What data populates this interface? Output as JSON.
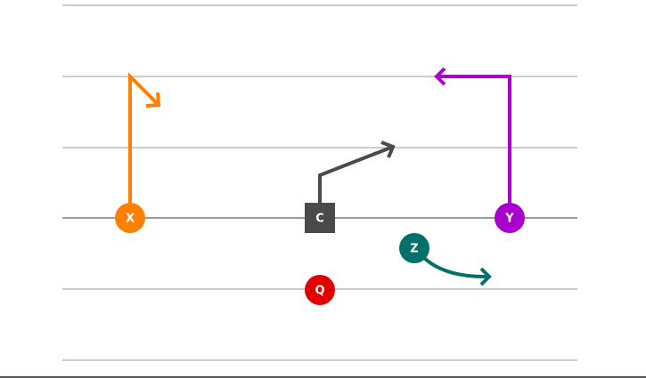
{
  "players": [
    {
      "id": "x",
      "label": "X",
      "color": "#ff8000",
      "shape": "circle"
    },
    {
      "id": "c",
      "label": "C",
      "color": "#4a4a4a",
      "shape": "square"
    },
    {
      "id": "y",
      "label": "Y",
      "color": "#aa00cc",
      "shape": "circle"
    },
    {
      "id": "z",
      "label": "Z",
      "color": "#00706a",
      "shape": "circle"
    },
    {
      "id": "q",
      "label": "Q",
      "color": "#e00000",
      "shape": "circle"
    }
  ],
  "colors": {
    "yard_line": "#cccccc",
    "line_of_scrimmage": "#999999",
    "background": "#ffffff"
  }
}
